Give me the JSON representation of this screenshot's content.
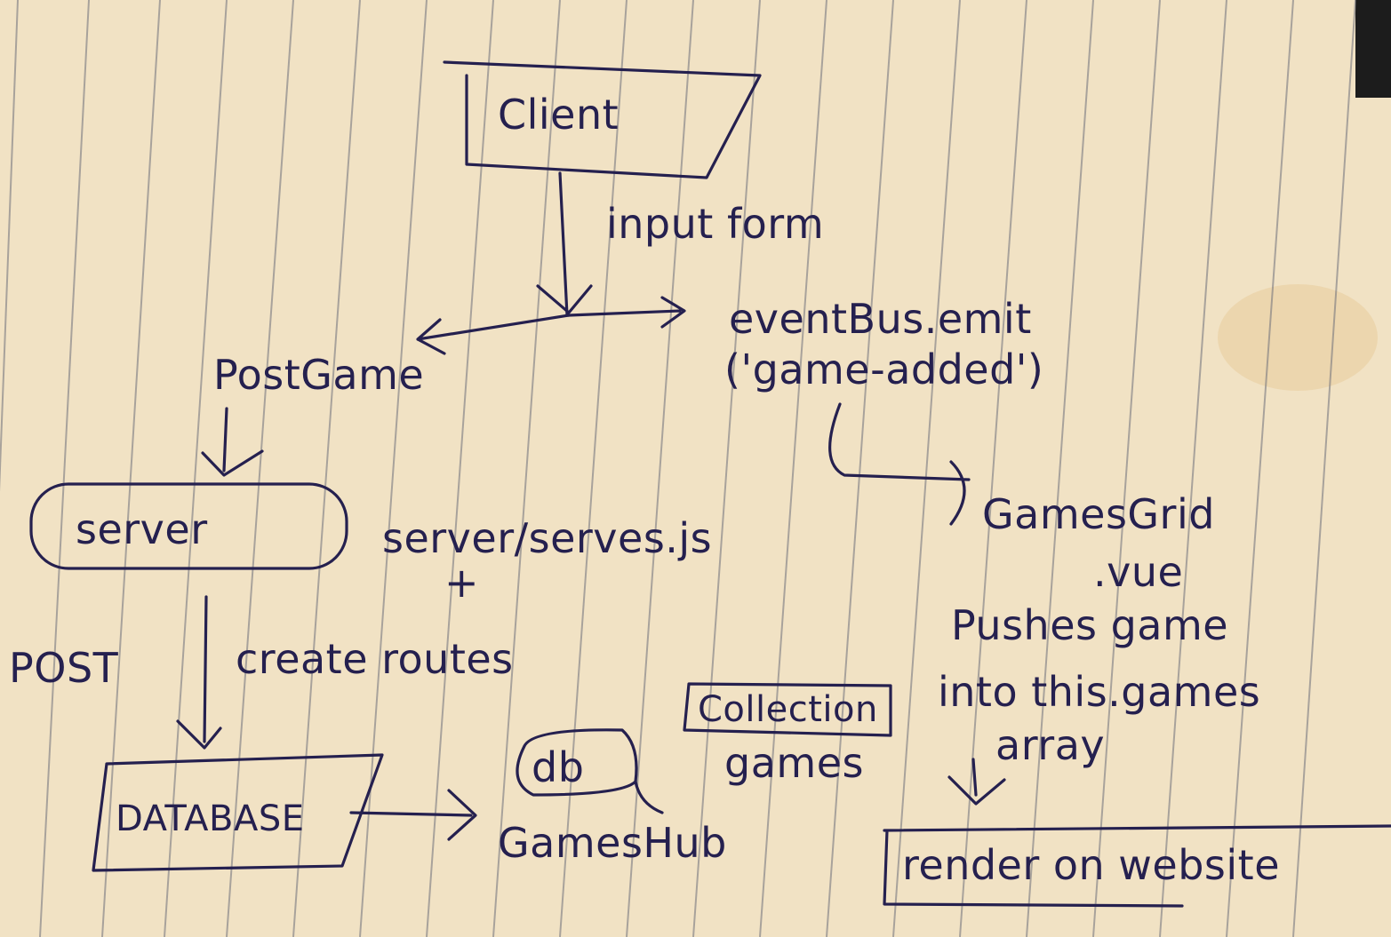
{
  "nodes": {
    "client": "Client",
    "post_game": "PostGame",
    "event_bus": "eventBus.emit",
    "event_arg": "('game-added')",
    "server": "server",
    "server_file": "server/serves.js",
    "plus": "+",
    "database": "DATABASE",
    "db": "db",
    "gameshub": "GamesHub",
    "collection": "Collection",
    "games": "games",
    "games_grid": "GamesGrid",
    "games_grid_ext": ".vue",
    "pushes": "Pushes game",
    "pushes2": "into this.games",
    "pushes3": "array",
    "render": "render on website"
  },
  "edges": {
    "input_form": "input form",
    "post": "POST",
    "create_routes": "create routes"
  },
  "colors": {
    "paper": "#f1e2c4",
    "ink": "#25204f",
    "rule": "#6d6f7a"
  }
}
